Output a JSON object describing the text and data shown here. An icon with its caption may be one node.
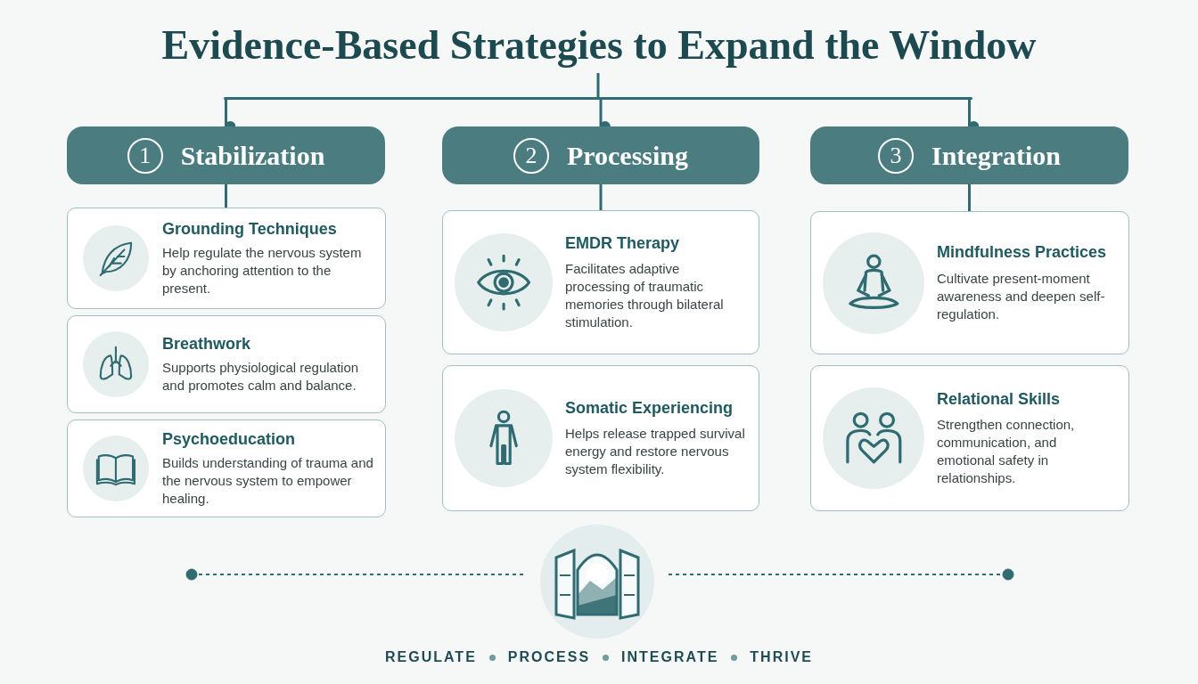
{
  "diagram": {
    "title": "Evidence-Based Strategies to Expand the Window",
    "nodes": [
      {
        "text": [
          "1",
          "Stabilization"
        ]
      },
      {
        "text": [
          "Grounding Techniques",
          "Help regulate the nervous system by anchoring attention to the present."
        ]
      },
      {
        "text": [
          "Breathwork",
          "Supports physiological regulation and promotes calm and balance."
        ]
      },
      {
        "text": [
          "Psychoeducation",
          "Builds understanding of trauma and the nervous system to empower healing."
        ]
      },
      {
        "text": [
          "2",
          "Processing"
        ]
      },
      {
        "text": [
          "EMDR Therapy",
          "Facilitates adaptive processing of traumatic memories through bilateral stimulation."
        ]
      },
      {
        "text": [
          "Somatic Experiencing",
          "Helps release trapped survival energy and restore nervous system flexibility."
        ]
      },
      {
        "text": [
          "3",
          "Integration"
        ]
      },
      {
        "text": [
          "Mindfulness Practices",
          "Cultivate present-moment awareness and deepen self-regulation."
        ]
      },
      {
        "text": [
          "Relational Skills",
          "Strengthen connection, communication, and emotional safety in relationships."
        ]
      },
      {
        "text": [],
        "shape": "bar"
      }
    ],
    "edges": [
      {
        "from": null,
        "to": 10,
        "arrow": "none"
      },
      {
        "from": 10,
        "to": 0,
        "arrow": "other"
      },
      {
        "from": 10,
        "to": 4,
        "arrow": "other"
      },
      {
        "from": 10,
        "to": 7,
        "arrow": "other"
      },
      {
        "from": 0,
        "to": 1,
        "arrow": "none"
      },
      {
        "from": 4,
        "to": 5,
        "arrow": "none"
      },
      {
        "from": 7,
        "to": 8,
        "arrow": "none"
      }
    ],
    "labels": [
      "REGULATE",
      "PROCESS",
      "INTEGRATE",
      "THRIVE"
    ]
  }
}
